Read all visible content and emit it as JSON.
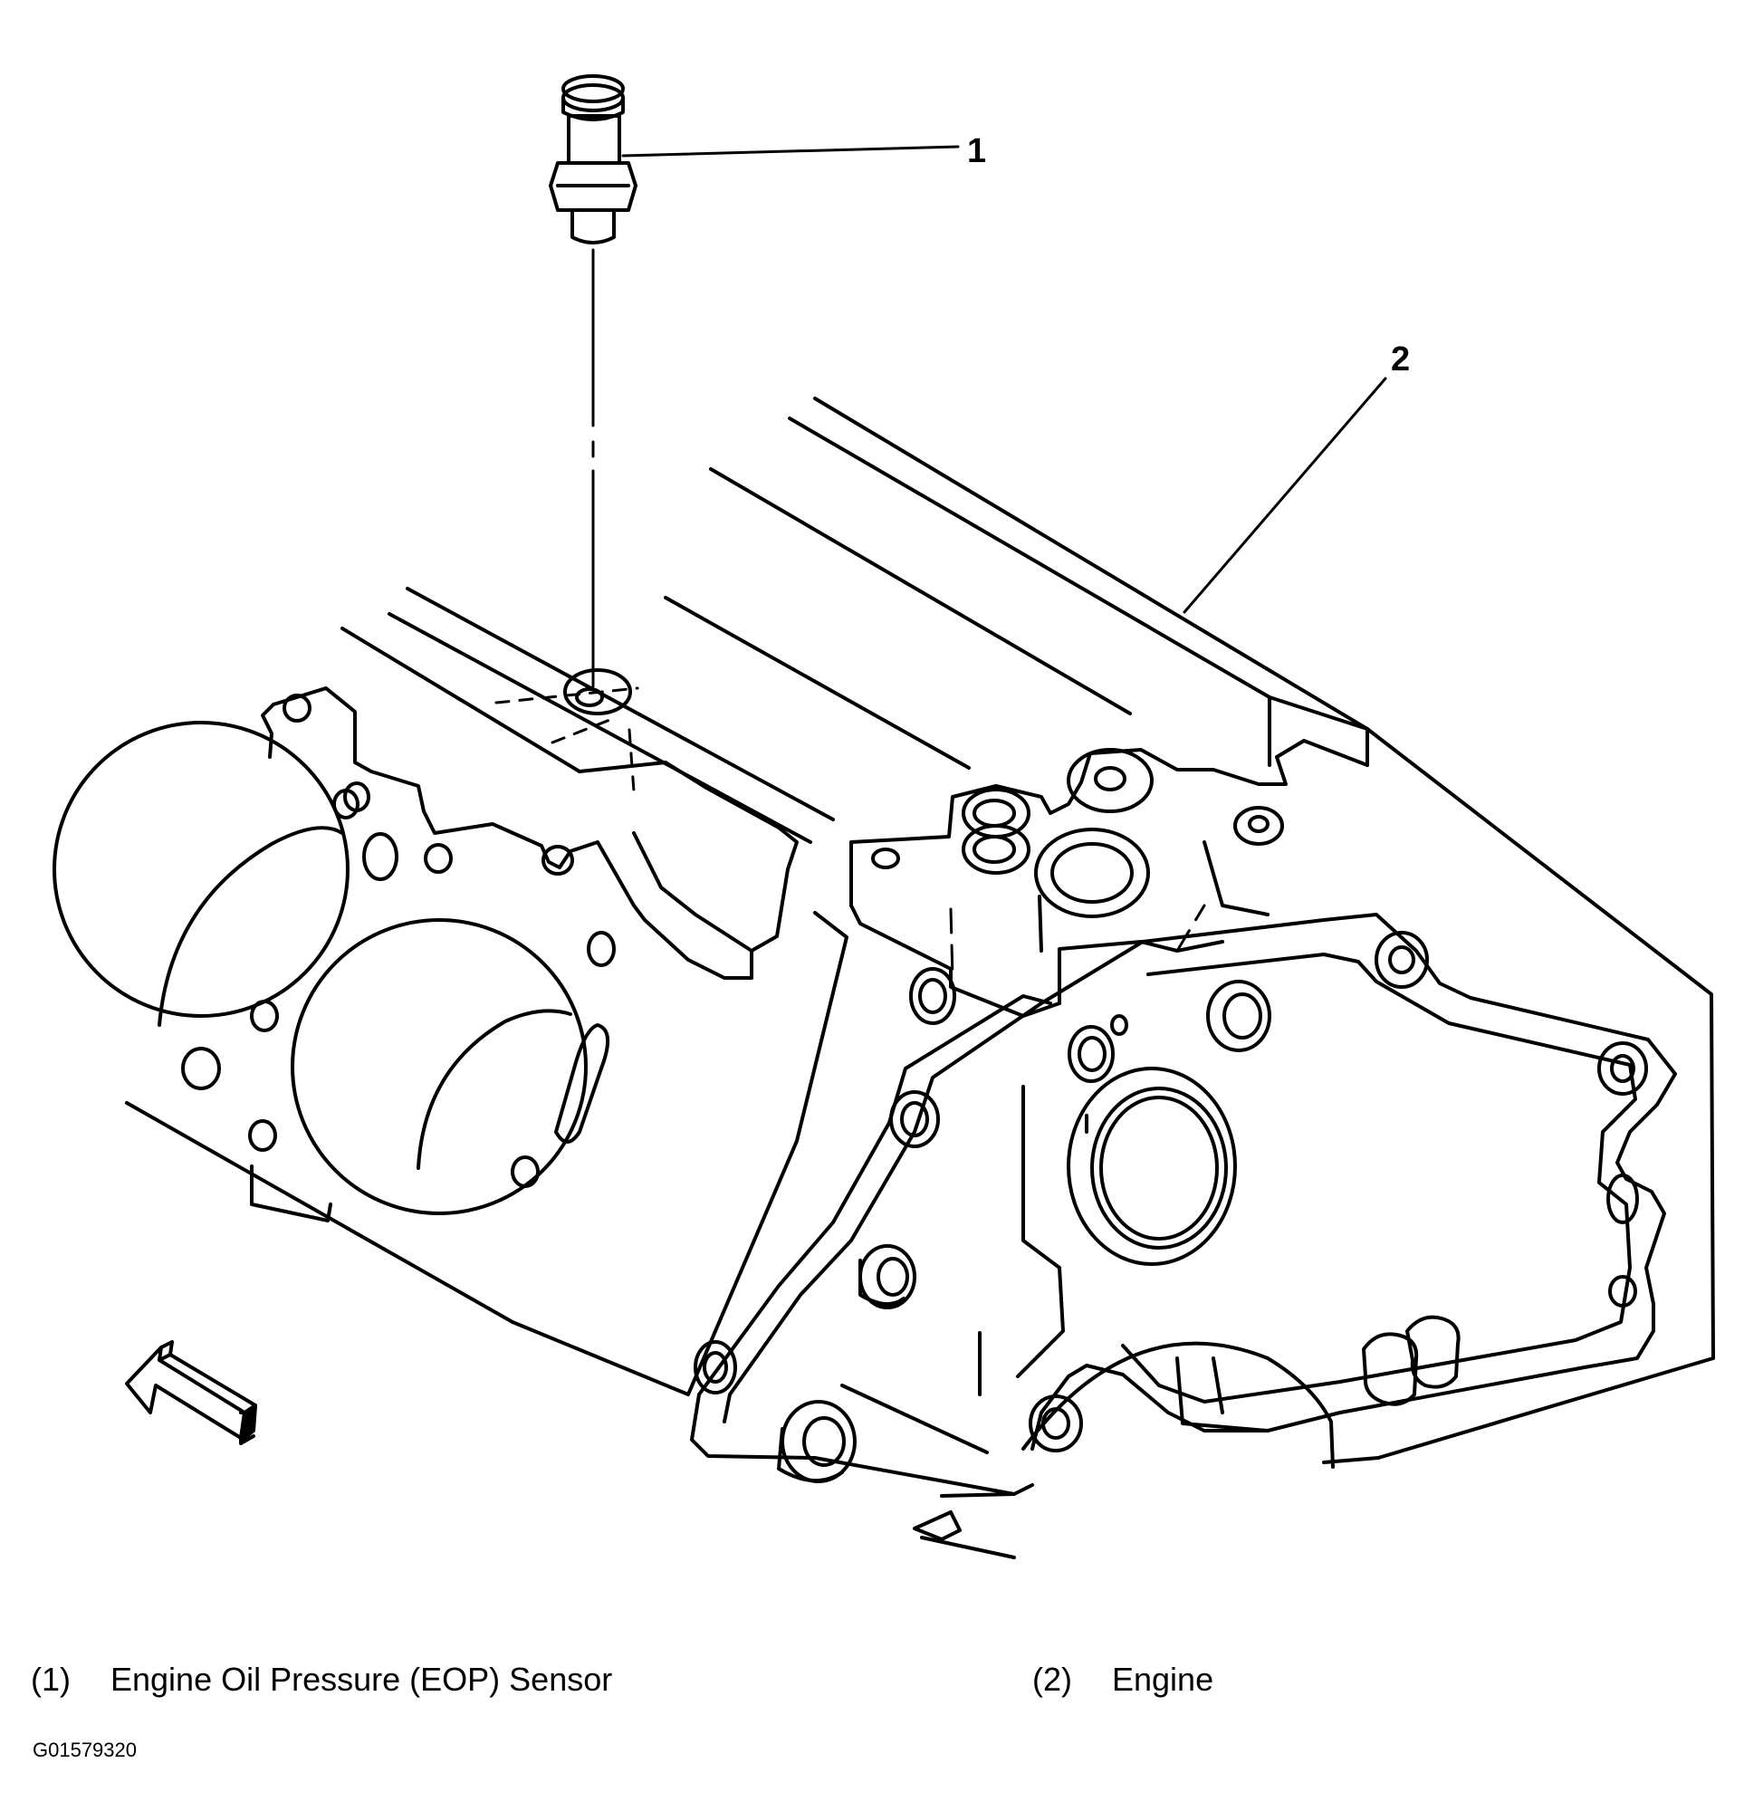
{
  "callouts": {
    "c1": "1",
    "c2": "2"
  },
  "legend": [
    {
      "num": "(1)",
      "label": "Engine Oil Pressure (EOP) Sensor"
    },
    {
      "num": "(2)",
      "label": "Engine"
    }
  ],
  "figure_id": "G01579320"
}
